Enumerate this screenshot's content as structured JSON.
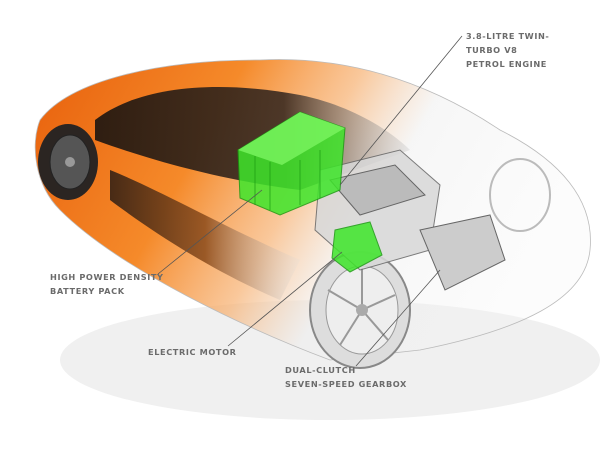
{
  "diagram": {
    "labels": {
      "engine": [
        "3.8-LITRE TWIN-",
        "TURBO V8",
        "PETROL ENGINE"
      ],
      "battery": [
        "HIGH POWER DENSITY",
        "BATTERY PACK"
      ],
      "motor": [
        "ELECTRIC MOTOR"
      ],
      "gearbox": [
        "DUAL-CLUTCH",
        "SEVEN-SPEED GEARBOX"
      ]
    },
    "colors": {
      "body": "#f07a1a",
      "highlight": "#3ee62a",
      "leader": "#555555",
      "text": "#6b6b6b"
    }
  }
}
